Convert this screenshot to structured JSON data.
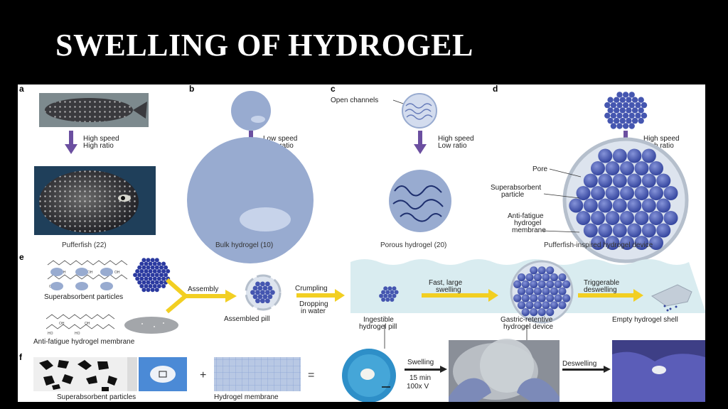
{
  "slide": {
    "title": "SWELLING OF HYDROGEL"
  },
  "panels": {
    "a": {
      "letter": "a",
      "arrow_line1": "High speed",
      "arrow_line2": "High ratio",
      "caption": "Pufferfish (22)"
    },
    "b": {
      "letter": "b",
      "arrow_line1": "Low speed",
      "arrow_line2": "High ratio",
      "caption": "Bulk hydrogel (10)"
    },
    "c": {
      "letter": "c",
      "top_label": "Open channels",
      "arrow_line1": "High speed",
      "arrow_line2": "Low ratio",
      "caption": "Porous hydrogel (20)"
    },
    "d": {
      "letter": "d",
      "arrow_line1": "High speed",
      "arrow_line2": "High ratio",
      "label_pore": "Pore",
      "label_super_1": "Superabsorbent",
      "label_super_2": "particle",
      "label_anti_1": "Anti-fatigue",
      "label_anti_2": "hydrogel",
      "label_anti_3": "membrane",
      "caption": "Pufferfish-inspired hydrogel device"
    },
    "e": {
      "letter": "e",
      "superabsorbent_label": "Superabsorbent particles",
      "membrane_label": "Anti-fatigue hydrogel membrane",
      "assembly_label": "Assembly",
      "assembled_label": "Assembled pill",
      "crumpling_label": "Crumpling",
      "dropping_1": "Dropping",
      "dropping_2": "in water",
      "ingestible_1": "Ingestible",
      "ingestible_2": "hydrogel pill",
      "fast_1": "Fast, large",
      "fast_2": "swelling",
      "gastric_1": "Gastric-retentive",
      "gastric_2": "hydrogel device",
      "trigger_1": "Triggerable",
      "trigger_2": "deswelling",
      "empty_label": "Empty hydrogel shell",
      "chem_oh": "OH",
      "chem_o": "O",
      "chem_ho": "HO"
    },
    "f": {
      "letter": "f",
      "superabsorbent_label": "Superabsorbent particles",
      "membrane_label": "Hydrogel membrane",
      "plus": "+",
      "equals": "=",
      "swelling_label": "Swelling",
      "swelling_time": "15 min",
      "swelling_ratio": "100x V",
      "deswelling_label": "Deswelling"
    }
  },
  "colors": {
    "particle": "#4556b0",
    "hydrogel": "#98abd0",
    "arrow": "#6b4fa0",
    "yellow_arrow": "#f2cf22",
    "water": "#d9ecf0"
  }
}
